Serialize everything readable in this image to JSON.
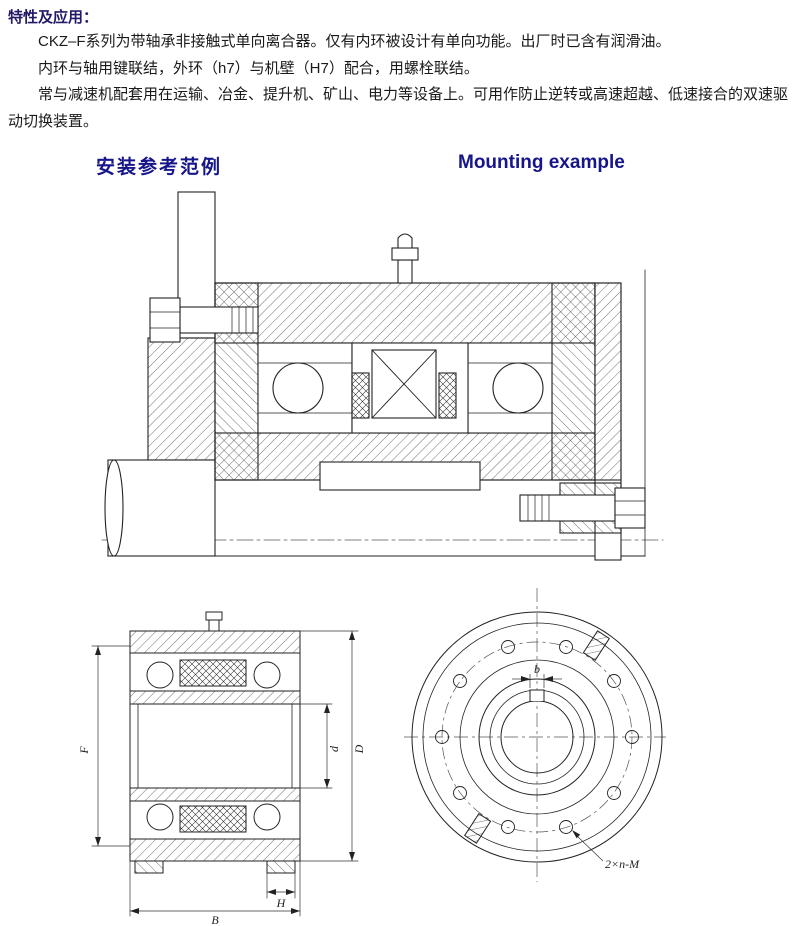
{
  "intro": {
    "heading": "特性及应用：",
    "paragraphs": [
      "CKZ–F系列为带轴承非接触式单向离合器。仅有内环被设计有单向功能。出厂时已含有润滑油。",
      "内环与轴用键联结，外环（h7）与机壁（H7）配合，用螺栓联结。",
      "常与减速机配套用在运输、冶金、提升机、矿山、电力等设备上。可用作防止逆转或高速超越、低速接合的双速驱动切换装置。"
    ]
  },
  "section": {
    "heading_cn": "安装参考范例",
    "heading_en": "Mounting example"
  },
  "drawings": {
    "side_view": {
      "dim_f": "F",
      "dim_d": "d",
      "dim_big_d": "D",
      "dim_h": "H",
      "dim_b": "B"
    },
    "front_view": {
      "keyway_width": "b",
      "bolt_spec": "2×n-M"
    }
  },
  "colors": {
    "heading": "#231a66",
    "section_heading": "#16158a",
    "body_text": "#1a1a1a",
    "line": "#222222"
  }
}
